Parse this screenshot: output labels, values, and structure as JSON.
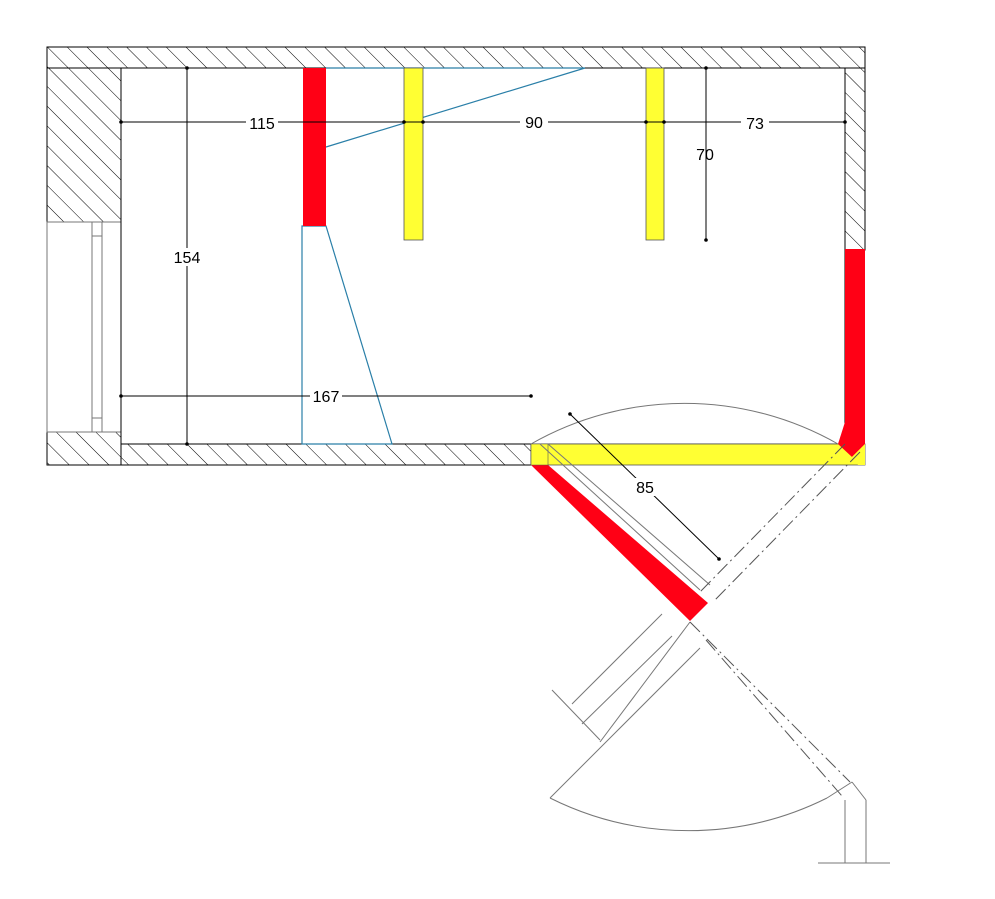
{
  "dimensions": {
    "d115": "115",
    "d90": "90",
    "d73": "73",
    "d70": "70",
    "d154": "154",
    "d167": "167",
    "d85": "85"
  },
  "colors": {
    "red": "#ff0015",
    "yellow": "#ffff33",
    "blue_line": "#2a7fa8",
    "hatch": "#000000"
  }
}
